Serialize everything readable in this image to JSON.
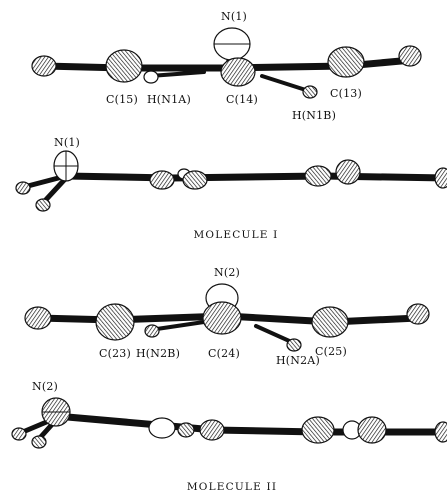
{
  "figure": {
    "molecule1": {
      "caption": "MOLECULE I",
      "top_view": {
        "labels": {
          "n1": "N(1)",
          "c15": "C(15)",
          "h_n1a": "H(N1A)",
          "c14": "C(14)",
          "c13": "C(13)",
          "h_n1b": "H(N1B)"
        }
      },
      "side_view": {
        "labels": {
          "n1": "N(1)"
        }
      }
    },
    "molecule2": {
      "caption": "MOLECULE II",
      "top_view": {
        "labels": {
          "n2": "N(2)",
          "c23": "C(23)",
          "h_n2b": "H(N2B)",
          "c24": "C(24)",
          "h_n2a": "H(N2A)",
          "c25": "C(25)"
        }
      },
      "side_view": {
        "labels": {
          "n2": "N(2)"
        }
      }
    }
  }
}
